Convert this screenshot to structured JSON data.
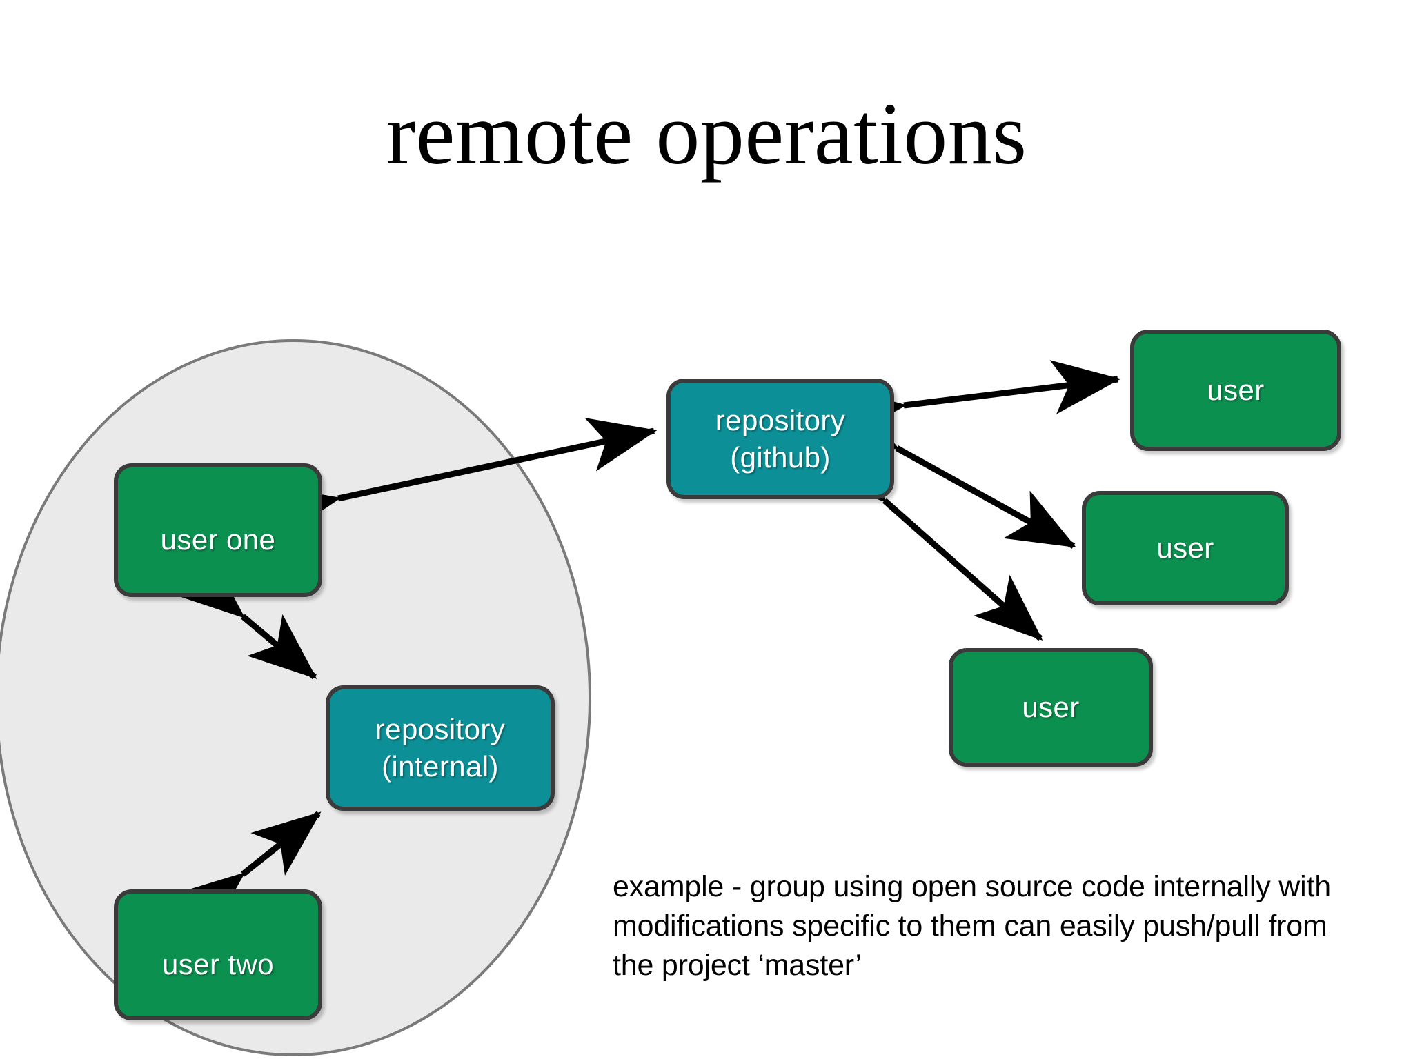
{
  "slide": {
    "title": "remote operations",
    "background_color": "#ffffff"
  },
  "palette": {
    "green": "#0c9050",
    "teal": "#0c8f96",
    "group_fill": "#eaeaea",
    "group_stroke": "#7a7a7a",
    "node_border": "#3b3b3b",
    "arrow": "#000000",
    "text_on_node": "#ffffff",
    "title_color": "#000000"
  },
  "group": {
    "name": "internal-group-ellipse",
    "fill": "#eaeaea",
    "stroke": "#7a7a7a"
  },
  "nodes": {
    "user_one": {
      "label": "user one",
      "kind": "user",
      "color": "#0c9050"
    },
    "repo_internal": {
      "line1": "repository",
      "line2": "(internal)",
      "kind": "repository",
      "color": "#0c8f96"
    },
    "user_two": {
      "label": "user two",
      "kind": "user",
      "color": "#0c9050"
    },
    "repo_github": {
      "line1": "repository",
      "line2": "(github)",
      "kind": "repository",
      "color": "#0c8f96"
    },
    "user_a": {
      "label": "user",
      "kind": "user",
      "color": "#0c9050"
    },
    "user_b": {
      "label": "user",
      "kind": "user",
      "color": "#0c9050"
    },
    "user_c": {
      "label": "user",
      "kind": "user",
      "color": "#0c9050"
    }
  },
  "connections": [
    {
      "name": "user-one-to-repo-internal",
      "from": "user_one",
      "to": "repo_internal",
      "style": "double-arrow"
    },
    {
      "name": "user-two-to-repo-internal",
      "from": "user_two",
      "to": "repo_internal",
      "style": "double-arrow"
    },
    {
      "name": "user-one-to-repo-github",
      "from": "user_one",
      "to": "repo_github",
      "style": "double-arrow"
    },
    {
      "name": "repo-github-to-user-a",
      "from": "repo_github",
      "to": "user_a",
      "style": "double-arrow"
    },
    {
      "name": "repo-github-to-user-b",
      "from": "repo_github",
      "to": "user_b",
      "style": "double-arrow"
    },
    {
      "name": "repo-github-to-user-c",
      "from": "repo_github",
      "to": "user_c",
      "style": "double-arrow"
    }
  ],
  "caption": {
    "line1": "example - group using open source code internally with",
    "line2": "modifications specific to them can easily push/pull from",
    "line3": "the project ‘master’"
  }
}
